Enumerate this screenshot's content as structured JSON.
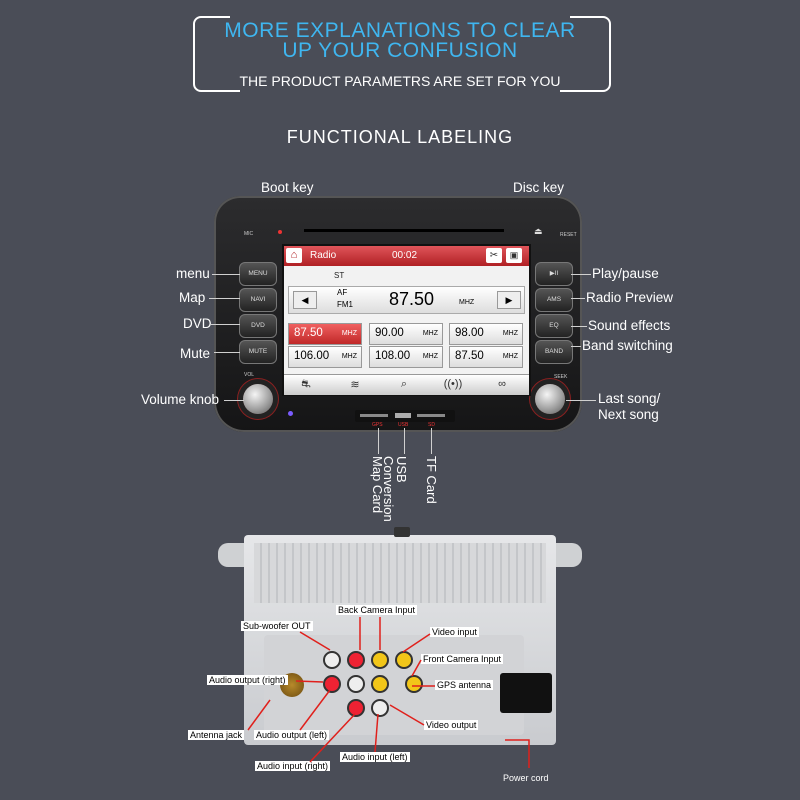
{
  "header": {
    "line1": "MORE EXPLANATIONS TO CLEAR",
    "line2": "UP YOUR CONFUSION",
    "subtitle": "THE PRODUCT PARAMETRS ARE SET FOR YOU",
    "section_title": "FUNCTIONAL LABELING",
    "accent_color": "#3fb6f0"
  },
  "front_labels": {
    "boot_key": "Boot key",
    "disc_key": "Disc key",
    "menu": "menu",
    "map": "Map",
    "dvd": "DVD",
    "mute": "Mute",
    "volume_knob": "Volume knob",
    "play_pause": "Play/pause",
    "radio_preview": "Radio Preview",
    "sound_effects": "Sound effects",
    "band_switching": "Band switching",
    "last_next_1": "Last song/",
    "last_next_2": "Next song"
  },
  "slot_labels": {
    "map_card": "Map Card",
    "usb_1": "USB",
    "usb_2": "Conversion",
    "tf_card": "TF Card"
  },
  "device": {
    "mic": "MIC",
    "reset": "RESET",
    "vol": "VOL",
    "seek": "SEEK",
    "buttons_left": [
      "MENU",
      "NAVI",
      "DVD",
      "MUTE"
    ],
    "buttons_right": [
      "▶II",
      "AMS",
      "EQ",
      "BAND"
    ],
    "slot_gps": "GPS",
    "slot_usb": "USB",
    "slot_sd": "SD"
  },
  "screen": {
    "title": "Radio",
    "time": "00:02",
    "st": "ST",
    "af": "AF",
    "band": "FM1",
    "frequency": "87.50",
    "unit": "MHZ",
    "presets": [
      {
        "value": "87.50",
        "unit": "MHZ"
      },
      {
        "value": "90.00",
        "unit": "MHZ"
      },
      {
        "value": "98.00",
        "unit": "MHZ"
      },
      {
        "value": "106.00",
        "unit": "MHZ"
      },
      {
        "value": "108.00",
        "unit": "MHZ"
      },
      {
        "value": "87.50",
        "unit": "MHZ"
      }
    ]
  },
  "back_labels": {
    "back_camera": "Back Camera Input",
    "subwoofer": "Sub-woofer OUT",
    "video_input": "Video input",
    "front_camera": "Front Camera Input",
    "audio_output_right": "Audio output (right)",
    "gps_antenna": "GPS antenna",
    "antenna_jack": "Antenna jack",
    "audio_output_left": "Audio output (left)",
    "video_output": "Video output",
    "audio_input_right": "Audio input (right)",
    "audio_input_left": "Audio input (left)",
    "power_cord": "Power cord"
  }
}
